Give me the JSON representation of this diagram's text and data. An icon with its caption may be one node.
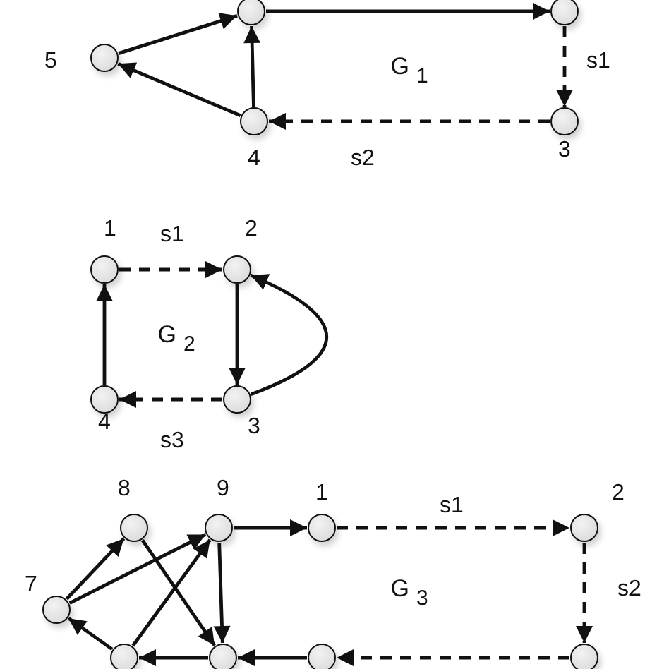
{
  "diagram": {
    "nodes": [
      {
        "text": [],
        "shape": "circle"
      },
      {
        "text": [],
        "shape": "circle"
      },
      {
        "text": [],
        "shape": "circle",
        "beside": [
          "5"
        ]
      },
      {
        "text": [],
        "shape": "circle",
        "beside": [
          "4"
        ]
      },
      {
        "text": [],
        "shape": "circle",
        "beside": [
          "3"
        ]
      },
      {
        "text": [],
        "shape": "circle",
        "beside": [
          "1"
        ]
      },
      {
        "text": [],
        "shape": "circle",
        "beside": [
          "2"
        ]
      },
      {
        "text": [],
        "shape": "circle",
        "beside": [
          "4"
        ]
      },
      {
        "text": [],
        "shape": "circle",
        "beside": [
          "3"
        ]
      },
      {
        "text": [],
        "shape": "circle",
        "beside": [
          "8"
        ]
      },
      {
        "text": [],
        "shape": "circle",
        "beside": [
          "9"
        ]
      },
      {
        "text": [],
        "shape": "circle",
        "beside": [
          "1"
        ]
      },
      {
        "text": [],
        "shape": "circle",
        "beside": [
          "2"
        ]
      },
      {
        "text": [],
        "shape": "circle",
        "beside": [
          "7"
        ]
      },
      {
        "text": [],
        "shape": "circle"
      },
      {
        "text": [],
        "shape": "circle"
      },
      {
        "text": [],
        "shape": "circle"
      },
      {
        "text": [],
        "shape": "circle"
      }
    ],
    "edges": [
      {
        "from": 2,
        "to": 0,
        "arrow": "to"
      },
      {
        "from": 0,
        "to": 1,
        "arrow": "to"
      },
      {
        "from": 1,
        "to": 4,
        "arrow": "to",
        "style": "dashed",
        "label": "s1"
      },
      {
        "from": 4,
        "to": 3,
        "arrow": "to",
        "style": "dashed",
        "label": "s2"
      },
      {
        "from": 3,
        "to": 0,
        "arrow": "to"
      },
      {
        "from": 3,
        "to": 2,
        "arrow": "to"
      },
      {
        "from": 5,
        "to": 6,
        "arrow": "to",
        "style": "dashed",
        "label": "s1"
      },
      {
        "from": 6,
        "to": 8,
        "arrow": "to"
      },
      {
        "from": 8,
        "to": 6,
        "arrow": "to"
      },
      {
        "from": 8,
        "to": 7,
        "arrow": "to",
        "style": "dashed",
        "label": "s3"
      },
      {
        "from": 7,
        "to": 5,
        "arrow": "to"
      },
      {
        "from": 13,
        "to": 9,
        "arrow": "to"
      },
      {
        "from": 13,
        "to": 10,
        "arrow": "to"
      },
      {
        "from": 14,
        "to": 10,
        "arrow": "to"
      },
      {
        "from": 9,
        "to": 15,
        "arrow": "to"
      },
      {
        "from": 10,
        "to": 15,
        "arrow": "to"
      },
      {
        "from": 10,
        "to": 11,
        "arrow": "to"
      },
      {
        "from": 11,
        "to": 12,
        "arrow": "to",
        "style": "dashed",
        "label": "s1"
      },
      {
        "from": 12,
        "to": 17,
        "arrow": "to",
        "style": "dashed",
        "label": "s2"
      },
      {
        "from": 17,
        "to": 16,
        "arrow": "to",
        "style": "dashed"
      },
      {
        "from": 16,
        "to": 15,
        "arrow": "to"
      },
      {
        "from": 15,
        "to": 14,
        "arrow": "to"
      },
      {
        "from": 14,
        "to": 13,
        "arrow": "to"
      }
    ],
    "labels": [
      "G$_{1}$",
      "G$_{2}$",
      "G$_{3}$"
    ]
  }
}
